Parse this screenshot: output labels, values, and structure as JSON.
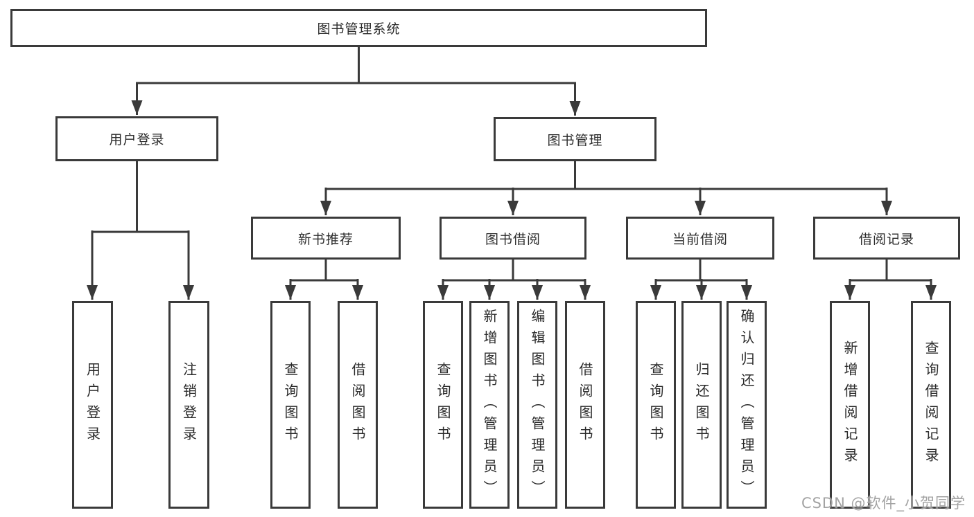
{
  "diagram_type": "hierarchy-functional-structure",
  "nodes": {
    "root": {
      "label": "图书管理系统"
    },
    "user_login": {
      "label": "用户登录"
    },
    "book_mgmt": {
      "label": "图书管理"
    },
    "new_book_rec": {
      "label": "新书推荐"
    },
    "book_borrow": {
      "label": "图书借阅"
    },
    "current_borrow": {
      "label": "当前借阅"
    },
    "borrow_records": {
      "label": "借阅记录"
    },
    "leaf_user_login": {
      "label": "用户登录"
    },
    "leaf_logout": {
      "label": "注销登录"
    },
    "leaf_nbr_query": {
      "label": "查询图书"
    },
    "leaf_nbr_borrow": {
      "label": "借阅图书"
    },
    "leaf_bb_query": {
      "label": "查询图书"
    },
    "leaf_bb_add": {
      "label": "新增图书（管理员）"
    },
    "leaf_bb_edit": {
      "label": "编辑图书（管理员）"
    },
    "leaf_bb_borrow": {
      "label": "借阅图书"
    },
    "leaf_cb_query": {
      "label": "查询图书"
    },
    "leaf_cb_return": {
      "label": "归还图书"
    },
    "leaf_cb_confirm": {
      "label": "确认归还（管理员）"
    },
    "leaf_br_add": {
      "label": "新增借阅记录"
    },
    "leaf_br_query": {
      "label": "查询借阅记录"
    }
  },
  "watermark": "CSDN @软件_小贺同学",
  "colors": {
    "line": "#3a3a3a",
    "text": "#2b2b2b",
    "background": "#ffffff",
    "watermark": "#9b9b9b"
  }
}
